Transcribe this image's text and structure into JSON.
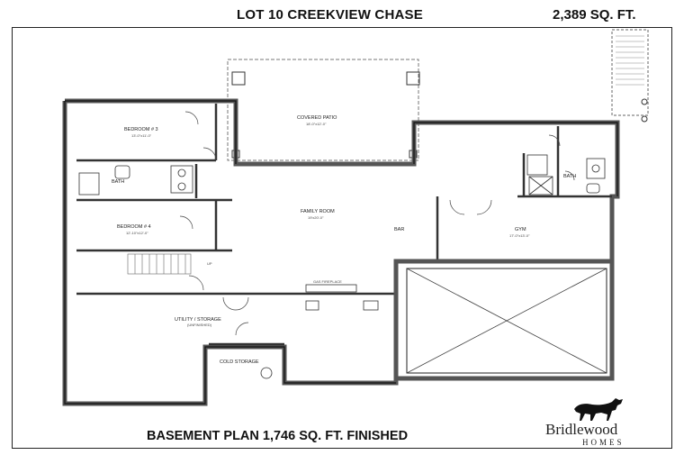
{
  "header": {
    "title": "LOT 10 CREEKVIEW CHASE",
    "total_area": "2,389 SQ. FT."
  },
  "footer": {
    "plan_name": "BASEMENT PLAN  1,746 SQ. FT. FINISHED"
  },
  "brand": {
    "name": "Bridlewood",
    "sub": "HOMES"
  },
  "rooms": {
    "covered_patio": "COVERED PATIO",
    "covered_patio_dim": "18'-0\"x12'-0\"",
    "bedroom3": "BEDROOM # 3",
    "bedroom3_dim": "13'-0\"x11'-0\"",
    "bath1": "BATH",
    "bedroom4": "BEDROOM # 4",
    "bedroom4_dim": "12'-10\"x12'-0\"",
    "family_room": "FAMILY ROOM",
    "family_room_dim": "19'x20'-0\"",
    "bar": "BAR",
    "gym": "GYM",
    "gym_dim": "17'-0\"x13'-0\"",
    "bath2": "BATH",
    "gas_fireplace": "GAS FIREPLACE",
    "utility": "UTILITY / STORAGE",
    "utility_sub": "(UNFINISHED)",
    "cold_storage": "COLD STORAGE",
    "up": "UP"
  }
}
